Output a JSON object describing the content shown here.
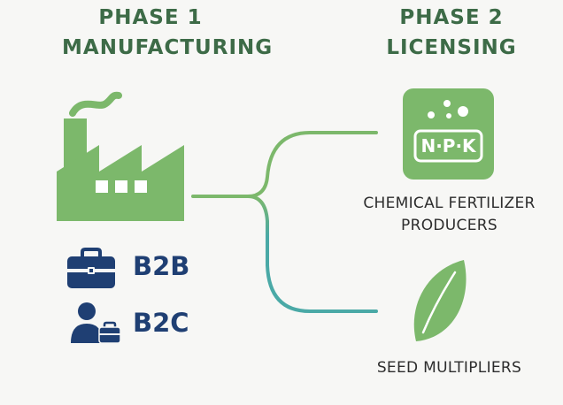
{
  "phase1": {
    "line1": "PHASE 1",
    "line2": "MANUFACTURING"
  },
  "phase2": {
    "line1": "PHASE 2",
    "line2": "LICENSING"
  },
  "segments": {
    "b2b": "B2B",
    "b2c": "B2C"
  },
  "npk_badge": {
    "text": "N·P·K"
  },
  "outputs": {
    "chemical": {
      "line1": "CHEMICAL FERTILIZER",
      "line2": "PRODUCERS"
    },
    "seed": {
      "line1": "SEED MULTIPLIERS"
    }
  },
  "icons": {
    "factory": "factory-icon",
    "briefcase": "briefcase-icon",
    "person": "person-with-briefcase-icon",
    "npk": "npk-fertilizer-icon",
    "leaf": "leaf-icon"
  },
  "colors": {
    "heading_green": "#3d6b47",
    "icon_green": "#7cb86b",
    "branch_teal": "#4aa9a6",
    "segment_blue": "#1f3f73"
  }
}
